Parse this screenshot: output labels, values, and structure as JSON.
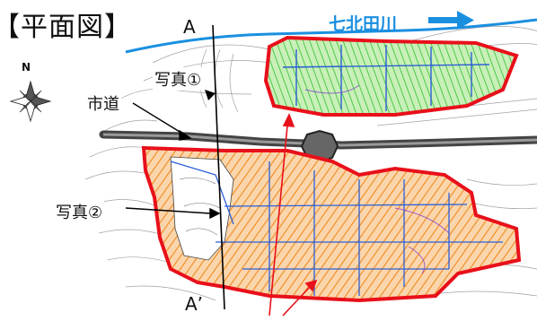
{
  "title": "【平面図】",
  "labels": {
    "river": "七北田川",
    "photo_1": "写真①",
    "city_road": "市道",
    "photo_2": "写真②",
    "section_a": "A",
    "section_a_prime": "A’",
    "north": "N"
  },
  "colors": {
    "river": "#1a8fe0",
    "boundary": "#e8101a",
    "fill_area_north": "#2fbf2f",
    "fill_area_south": "#f08a1e",
    "road": "#444444",
    "drainage": "#2c5fd6",
    "contours": "#7a7a7a"
  },
  "icons": {
    "compass": "compass-rose-icon",
    "river_arrow": "arrow-right-icon"
  }
}
